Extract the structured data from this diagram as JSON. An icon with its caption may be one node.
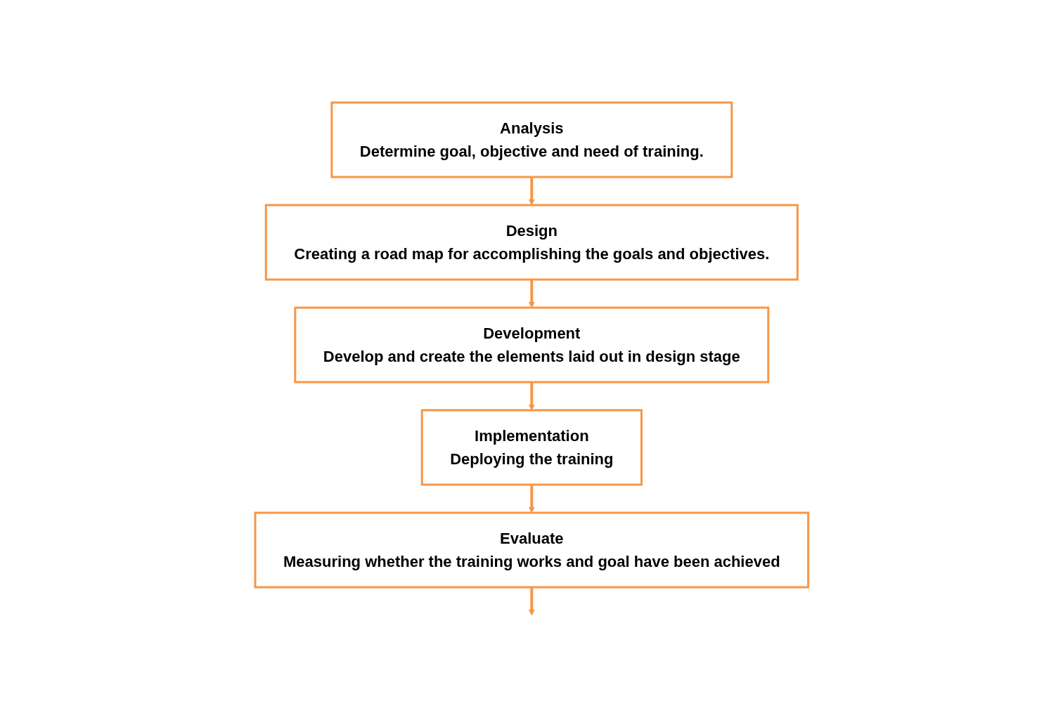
{
  "diagram": {
    "nodes": [
      {
        "text": [
          "Analysis",
          "Determine goal, objective and need of training."
        ]
      },
      {
        "text": [
          "Design",
          "Creating a road map for accomplishing the goals and objectives."
        ]
      },
      {
        "text": [
          "Development",
          "Develop and create the elements laid out in design stage"
        ]
      },
      {
        "text": [
          "Implementation",
          "Deploying the training"
        ]
      },
      {
        "text": [
          "Evaluate",
          "Measuring whether the training works and goal have been achieved"
        ]
      }
    ],
    "edges": [
      {
        "from": 0,
        "to": 1,
        "arrow": "to"
      },
      {
        "from": 1,
        "to": 2,
        "arrow": "to"
      },
      {
        "from": 2,
        "to": 3,
        "arrow": "to"
      },
      {
        "from": 3,
        "to": 4,
        "arrow": "to"
      },
      {
        "from": 4,
        "to": null,
        "arrow": "to"
      }
    ]
  }
}
